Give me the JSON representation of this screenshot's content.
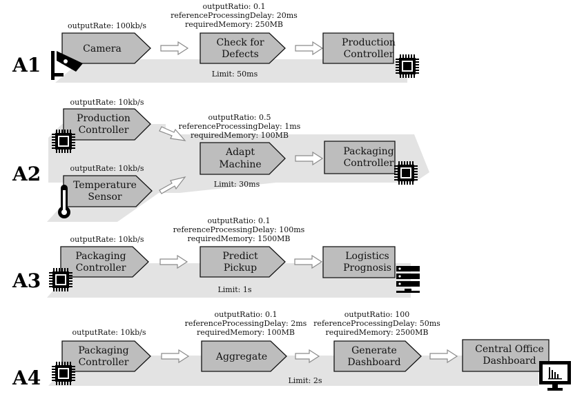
{
  "rows": [
    {
      "label": "A1",
      "nodes": [
        "Camera",
        "Check for Defects",
        "Production Controller"
      ],
      "source_rates": [
        "outputRate: 100kb/s"
      ],
      "process": [
        "outputRatio: 0.1",
        "referenceProcessingDelay: 20ms",
        "requiredMemory: 250MB"
      ],
      "limit": "Limit: 50ms"
    },
    {
      "label": "A2",
      "nodes": [
        "Production Controller",
        "Temperature Sensor",
        "Adapt Machine",
        "Packaging Controller"
      ],
      "source_rates": [
        "outputRate: 10kb/s",
        "outputRate: 10kb/s"
      ],
      "process": [
        "outputRatio: 0.5",
        "referenceProcessingDelay: 1ms",
        "requiredMemory: 100MB"
      ],
      "limit": "Limit: 30ms"
    },
    {
      "label": "A3",
      "nodes": [
        "Packaging Controller",
        "Predict Pickup",
        "Logistics Prognosis"
      ],
      "source_rates": [
        "outputRate: 10kb/s"
      ],
      "process": [
        "outputRatio: 0.1",
        "referenceProcessingDelay: 100ms",
        "requiredMemory: 1500MB"
      ],
      "limit": "Limit: 1s"
    },
    {
      "label": "A4",
      "nodes": [
        "Packaging Controller",
        "Aggregate",
        "Generate Dashboard",
        "Central Office Dashboard"
      ],
      "source_rates": [
        "outputRate: 10kb/s"
      ],
      "process": [
        "outputRatio: 0.1",
        "referenceProcessingDelay: 2ms",
        "requiredMemory: 100MB"
      ],
      "process2": [
        "outputRatio: 100",
        "referenceProcessingDelay: 50ms",
        "requiredMemory: 2500MB"
      ],
      "limit": "Limit: 2s"
    }
  ],
  "icons": {
    "camera": "camera-icon",
    "chip": "chip-icon",
    "thermometer": "thermometer-icon",
    "server": "server-icon",
    "monitor": "monitor-icon"
  }
}
